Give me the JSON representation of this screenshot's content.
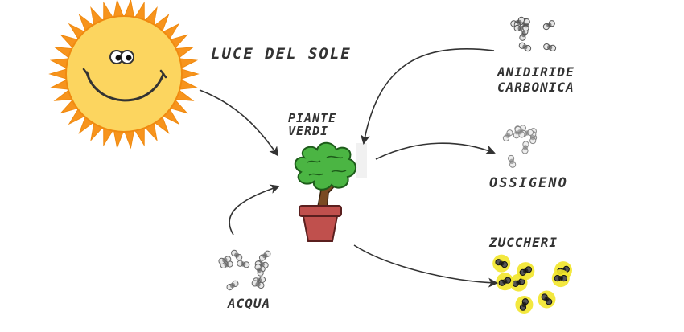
{
  "labels": {
    "sun": "LUCE DEL SOLE",
    "plant_line1": "PIANTE",
    "plant_line2": "VERDI",
    "co2_line1": "ANIDIRIDE",
    "co2_line2": "CARBONICA",
    "oxygen": "OSSIGENO",
    "sugars": "ZUCCHERI",
    "water": "ACQUA"
  },
  "icons": {
    "sun": "smiling-sun-icon",
    "plant": "potted-tree-icon",
    "co2": "carbon-dioxide-molecules-icon",
    "oxygen": "oxygen-molecules-icon",
    "sugars": "sugar-molecules-icon",
    "water": "water-molecules-icon"
  },
  "colors": {
    "sun_rays": "#f7941d",
    "sun_face": "#fcd55f",
    "foliage": "#4bb543",
    "pot": "#c0504d",
    "sugar_halo": "#f2e62a",
    "arrow": "#333333"
  }
}
